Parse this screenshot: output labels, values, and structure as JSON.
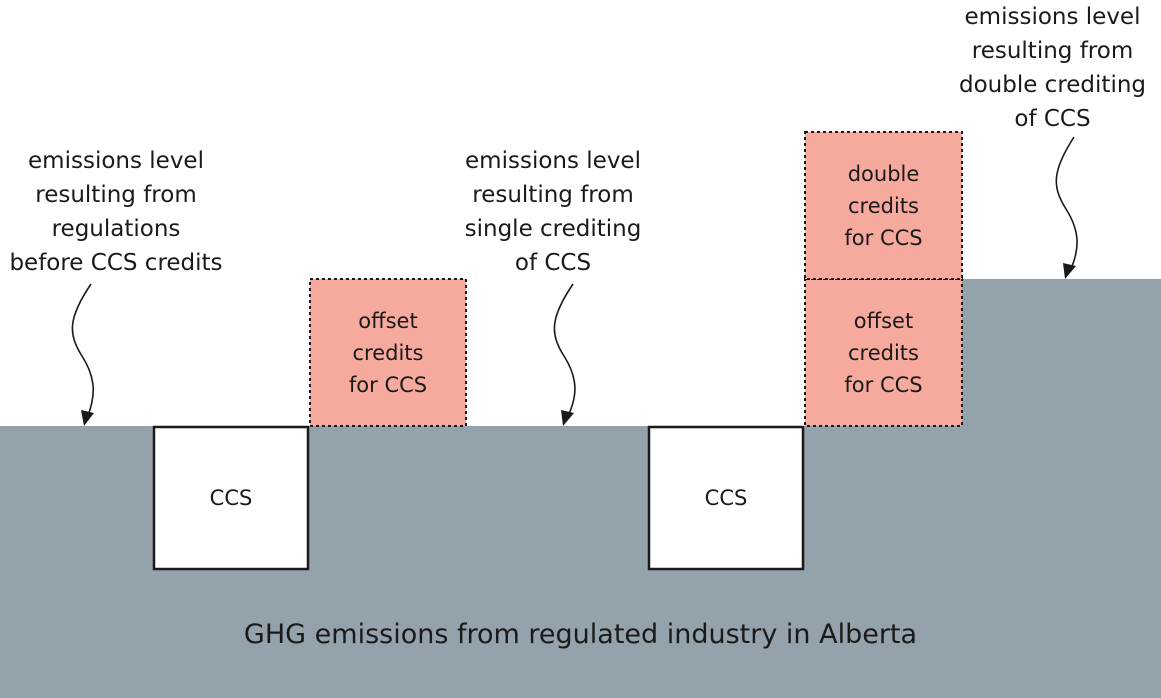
{
  "colors": {
    "emissions_fill": "#94a3ab",
    "credit_fill": "#f6aa9d",
    "ccs_fill": "#ffffff",
    "stroke": "#1a1a1a",
    "background": "#ffffff"
  },
  "labels": {
    "base": "GHG emissions from regulated industry in Alberta",
    "level_before": "emissions level\nresulting from\nregulations\nbefore CCS credits",
    "level_single": "emissions level\nresulting from\nsingle crediting\nof CCS",
    "level_double": "emissions level\nresulting from\ndouble crediting\nof CCS"
  },
  "boxes": {
    "ccs_1": "CCS",
    "offset_1": "offset\ncredits\nfor CCS",
    "ccs_2": "CCS",
    "offset_2": "offset\ncredits\nfor CCS",
    "double_2": "double\ncredits\nfor CCS"
  }
}
